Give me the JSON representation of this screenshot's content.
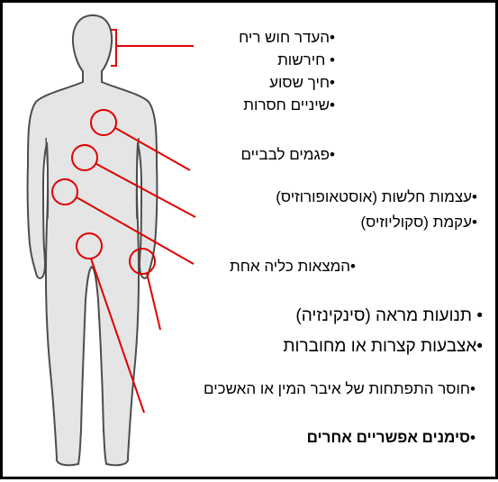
{
  "colors": {
    "marker": "#e00000",
    "body_fill": "#e5e5e5",
    "body_outline": "#4d4d4d",
    "border": "#000000"
  },
  "figure": "human-body-silhouette",
  "labels": {
    "l1": "•העדר חוש ריח",
    "l2": "• חירשות",
    "l3": "•חיך שסוע",
    "l4": "•שיניים חסרות",
    "l5": "•פגמים לבביים",
    "l6": "•עצמות חלשות (אוסטאופורוזיס)",
    "l7": "•עקמת (סקוליוזיס)",
    "l8": "•המצאות כליה אחת",
    "l9": "• תנועות מראה (סינקינזיה)",
    "l10": "•אצבעות קצרות או מחוברות",
    "l11": "•חוסר התפתחות של איבר המין או האשכים",
    "l12": "•סימנים אפשריים אחרים"
  }
}
